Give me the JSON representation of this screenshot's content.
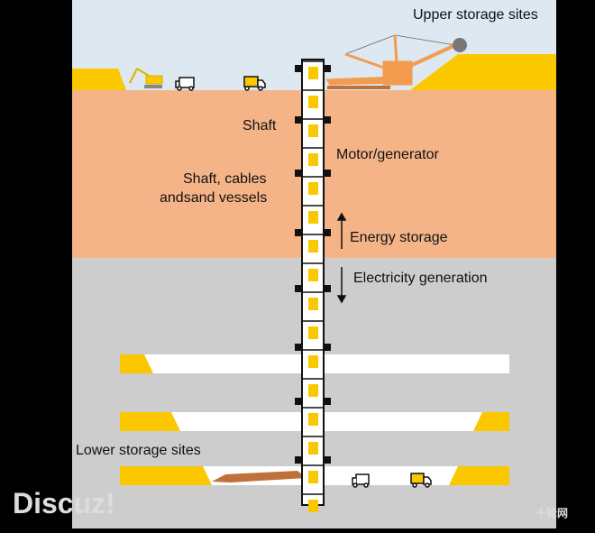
{
  "labels": {
    "upper": "Upper storage sites",
    "shaft": "Shaft",
    "motor": "Motor/generator",
    "cables_1": "Shaft, cables",
    "cables_2": "andsand vessels",
    "energy": "Energy storage",
    "generation": "Electricity generation",
    "lower": "Lower storage sites"
  },
  "watermark": {
    "left": "Discuz!",
    "right": "十轮网"
  },
  "colors": {
    "sky": "#dde8f0",
    "earth": "#f4b488",
    "rock": "#cdcdcd",
    "material": "#fbc800",
    "machine": "#f39c50"
  }
}
